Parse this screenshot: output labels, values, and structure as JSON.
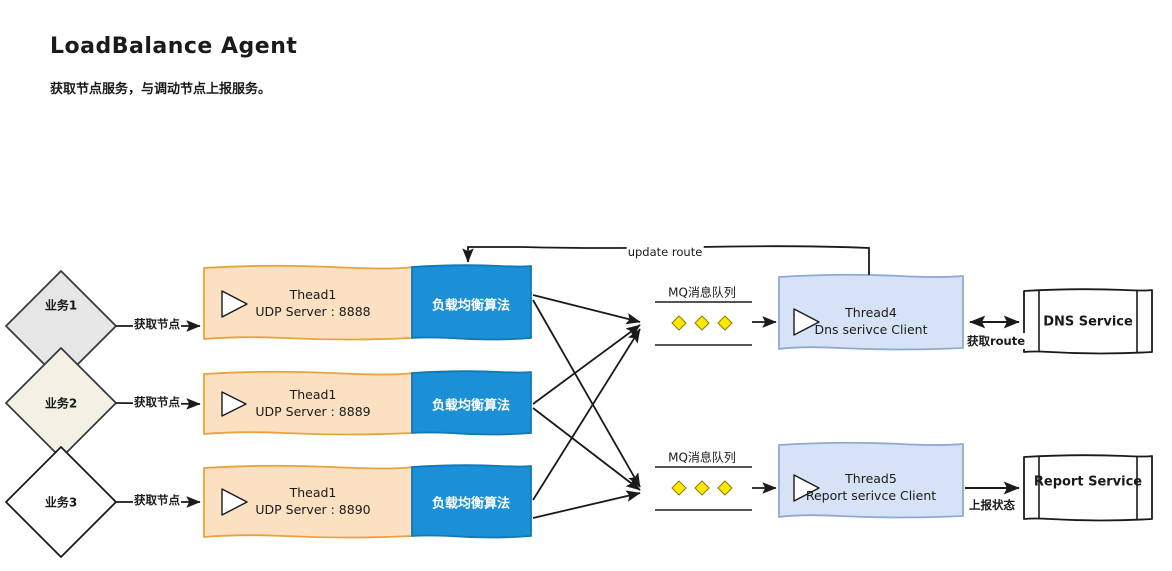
{
  "header": {
    "title": "LoadBalance Agent",
    "subtitle": "获取节点服务，与调动节点上报服务。"
  },
  "colors": {
    "diamond1_fill": "#e6e6e6",
    "diamond2_fill": "#f4f1e4",
    "diamond3_fill": "#ffffff",
    "diamond_stroke": "#3a3a3a",
    "agent_fill": "#fce0c2",
    "agent_stroke": "#e8a33d",
    "lb_fill": "#1b90d6",
    "lb_stroke": "#1179b4",
    "client_fill": "#d6e3f6",
    "client_stroke": "#8fa9d0",
    "queue_item": "#ffe800",
    "queue_item_stroke": "#9a8b00",
    "line": "#1a1a1a",
    "service_stroke": "#1a1a1a"
  },
  "clients": [
    {
      "name": "diamond-business-1",
      "label": "业务1",
      "edge_label": "获取节点"
    },
    {
      "name": "diamond-business-2",
      "label": "业务2",
      "edge_label": "获取节点"
    },
    {
      "name": "diamond-business-3",
      "label": "业务3",
      "edge_label": "获取节点"
    }
  ],
  "agents": [
    {
      "thread": "Thead1",
      "server": "UDP Server : 8888",
      "lb_label": "负载均衡算法"
    },
    {
      "thread": "Thead1",
      "server": "UDP Server : 8889",
      "lb_label": "负载均衡算法"
    },
    {
      "thread": "Thead1",
      "server": "UDP Server : 8890",
      "lb_label": "负载均衡算法"
    }
  ],
  "queues": [
    {
      "name": "mq-queue-dns",
      "label": "MQ消息队列",
      "item_count": 3
    },
    {
      "name": "mq-queue-report",
      "label": "MQ消息队列",
      "item_count": 3
    }
  ],
  "workers": [
    {
      "name": "thread4-dns-client",
      "line1": "Thread4",
      "line2": "Dns serivce Client"
    },
    {
      "name": "thread5-report-client",
      "line1": "Thread5",
      "line2": "Report serivce Client"
    }
  ],
  "services": [
    {
      "name": "dns-service",
      "label": "DNS Service"
    },
    {
      "name": "report-service",
      "label": "Report Service"
    }
  ],
  "edges": {
    "update_route": "update route",
    "get_route": "获取route",
    "report_status": "上报状态"
  }
}
